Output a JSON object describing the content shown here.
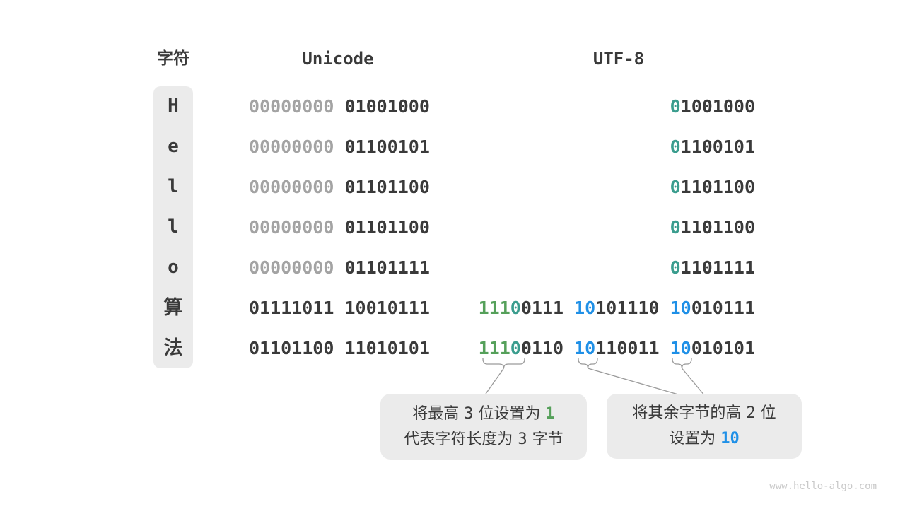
{
  "headers": {
    "char": "字符",
    "unicode": "Unicode",
    "utf8": "UTF-8"
  },
  "colors": {
    "dark": "#3a3a3a",
    "muted": "#a3a3a3",
    "teal": "#3a9d8e",
    "green": "#55a05a",
    "blue": "#1f90e7",
    "box_bg": "#ebebeb",
    "annotation_gray": "#9a9a9a",
    "watermark_gray": "#c9c9c9"
  },
  "rows": [
    {
      "char": "H",
      "cjk": false,
      "unicode": [
        {
          "t": "00000000 ",
          "c": "muted"
        },
        {
          "t": "01001000",
          "c": "dark"
        }
      ],
      "utf8": [
        {
          "t": "0",
          "c": "teal"
        },
        {
          "t": "1001000",
          "c": "dark"
        }
      ]
    },
    {
      "char": "e",
      "cjk": false,
      "unicode": [
        {
          "t": "00000000 ",
          "c": "muted"
        },
        {
          "t": "01100101",
          "c": "dark"
        }
      ],
      "utf8": [
        {
          "t": "0",
          "c": "teal"
        },
        {
          "t": "1100101",
          "c": "dark"
        }
      ]
    },
    {
      "char": "l",
      "cjk": false,
      "unicode": [
        {
          "t": "00000000 ",
          "c": "muted"
        },
        {
          "t": "01101100",
          "c": "dark"
        }
      ],
      "utf8": [
        {
          "t": "0",
          "c": "teal"
        },
        {
          "t": "1101100",
          "c": "dark"
        }
      ]
    },
    {
      "char": "l",
      "cjk": false,
      "unicode": [
        {
          "t": "00000000 ",
          "c": "muted"
        },
        {
          "t": "01101100",
          "c": "dark"
        }
      ],
      "utf8": [
        {
          "t": "0",
          "c": "teal"
        },
        {
          "t": "1101100",
          "c": "dark"
        }
      ]
    },
    {
      "char": "o",
      "cjk": false,
      "unicode": [
        {
          "t": "00000000 ",
          "c": "muted"
        },
        {
          "t": "01101111",
          "c": "dark"
        }
      ],
      "utf8": [
        {
          "t": "0",
          "c": "teal"
        },
        {
          "t": "1101111",
          "c": "dark"
        }
      ]
    },
    {
      "char": "算",
      "cjk": true,
      "unicode": [
        {
          "t": "01111011 10010111",
          "c": "dark"
        }
      ],
      "utf8": [
        {
          "t": "111",
          "c": "green"
        },
        {
          "t": "0",
          "c": "teal"
        },
        {
          "t": "0111 ",
          "c": "dark"
        },
        {
          "t": "10",
          "c": "blue"
        },
        {
          "t": "101110 ",
          "c": "dark"
        },
        {
          "t": "10",
          "c": "blue"
        },
        {
          "t": "010111",
          "c": "dark"
        }
      ]
    },
    {
      "char": "法",
      "cjk": true,
      "unicode": [
        {
          "t": "01101100 11010101",
          "c": "dark"
        }
      ],
      "utf8": [
        {
          "t": "111",
          "c": "green"
        },
        {
          "t": "0",
          "c": "teal"
        },
        {
          "t": "0110 ",
          "c": "dark"
        },
        {
          "t": "10",
          "c": "blue"
        },
        {
          "t": "110011 ",
          "c": "dark"
        },
        {
          "t": "10",
          "c": "blue"
        },
        {
          "t": "010101",
          "c": "dark"
        }
      ]
    }
  ],
  "callouts": [
    {
      "lines": [
        [
          {
            "t": "将最高 ",
            "c": "dark"
          },
          {
            "t": "3",
            "c": "dark",
            "mono": true
          },
          {
            "t": " 位设置为 ",
            "c": "dark"
          },
          {
            "t": "1",
            "c": "green",
            "mono": true,
            "bold": true
          }
        ],
        [
          {
            "t": "代表字符长度为 ",
            "c": "dark"
          },
          {
            "t": "3",
            "c": "dark",
            "mono": true
          },
          {
            "t": " 字节",
            "c": "dark"
          }
        ]
      ]
    },
    {
      "lines": [
        [
          {
            "t": "将其余字节的高 ",
            "c": "dark"
          },
          {
            "t": "2",
            "c": "dark",
            "mono": true
          },
          {
            "t": " 位",
            "c": "dark"
          }
        ],
        [
          {
            "t": "设置为 ",
            "c": "dark"
          },
          {
            "t": "10",
            "c": "blue",
            "mono": true,
            "bold": true
          }
        ]
      ]
    }
  ],
  "watermark": "www.hello-algo.com"
}
